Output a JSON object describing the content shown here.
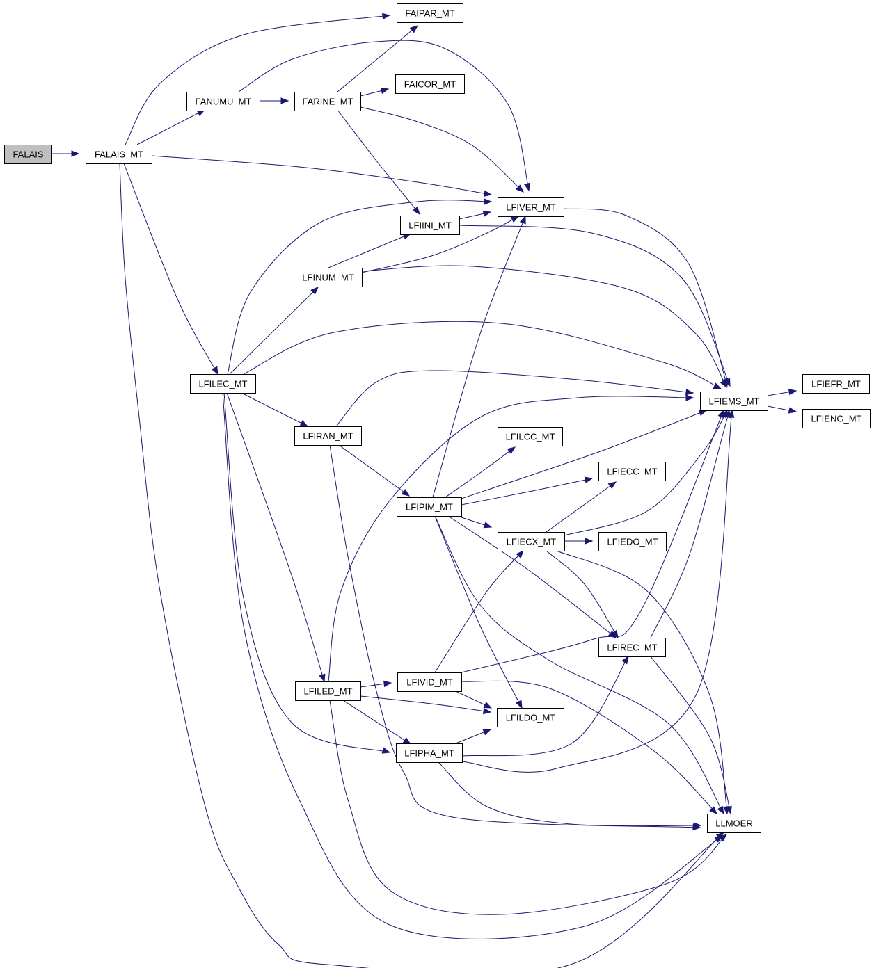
{
  "graph": {
    "edge_color": "#191970",
    "root_fill": "#bfbfbf",
    "nodes": [
      {
        "id": "FALAIS",
        "label": "FALAIS",
        "root": true
      },
      {
        "id": "FALAIS_MT",
        "label": "FALAIS_MT"
      },
      {
        "id": "FAIPAR_MT",
        "label": "FAIPAR_MT"
      },
      {
        "id": "FANUMU_MT",
        "label": "FANUMU_MT"
      },
      {
        "id": "FARINE_MT",
        "label": "FARINE_MT"
      },
      {
        "id": "FAICOR_MT",
        "label": "FAICOR_MT"
      },
      {
        "id": "LFIVER_MT",
        "label": "LFIVER_MT"
      },
      {
        "id": "LFIINI_MT",
        "label": "LFIINI_MT"
      },
      {
        "id": "LFINUM_MT",
        "label": "LFINUM_MT"
      },
      {
        "id": "LFILEC_MT",
        "label": "LFILEC_MT"
      },
      {
        "id": "LFIEMS_MT",
        "label": "LFIEMS_MT"
      },
      {
        "id": "LFIEFR_MT",
        "label": "LFIEFR_MT"
      },
      {
        "id": "LFIENG_MT",
        "label": "LFIENG_MT"
      },
      {
        "id": "LFIRAN_MT",
        "label": "LFIRAN_MT"
      },
      {
        "id": "LFILCC_MT",
        "label": "LFILCC_MT"
      },
      {
        "id": "LFIECC_MT",
        "label": "LFIECC_MT"
      },
      {
        "id": "LFIPIM_MT",
        "label": "LFIPIM_MT"
      },
      {
        "id": "LFIECX_MT",
        "label": "LFIECX_MT"
      },
      {
        "id": "LFIEDO_MT",
        "label": "LFIEDO_MT"
      },
      {
        "id": "LFIREC_MT",
        "label": "LFIREC_MT"
      },
      {
        "id": "LFIVID_MT",
        "label": "LFIVID_MT"
      },
      {
        "id": "LFILED_MT",
        "label": "LFILED_MT"
      },
      {
        "id": "LFILDO_MT",
        "label": "LFILDO_MT"
      },
      {
        "id": "LFIPHA_MT",
        "label": "LFIPHA_MT"
      },
      {
        "id": "LLMOER",
        "label": "LLMOER"
      }
    ],
    "edges": [
      [
        "FALAIS",
        "FALAIS_MT"
      ],
      [
        "FALAIS_MT",
        "FAIPAR_MT"
      ],
      [
        "FALAIS_MT",
        "FANUMU_MT"
      ],
      [
        "FALAIS_MT",
        "LFIVER_MT"
      ],
      [
        "FALAIS_MT",
        "LFILEC_MT"
      ],
      [
        "FALAIS_MT",
        "LLMOER"
      ],
      [
        "FANUMU_MT",
        "FARINE_MT"
      ],
      [
        "FANUMU_MT",
        "LFIVER_MT"
      ],
      [
        "FARINE_MT",
        "FAIPAR_MT"
      ],
      [
        "FARINE_MT",
        "FAICOR_MT"
      ],
      [
        "FARINE_MT",
        "LFIVER_MT"
      ],
      [
        "FARINE_MT",
        "LFIINI_MT"
      ],
      [
        "LFIVER_MT",
        "LFIEMS_MT"
      ],
      [
        "LFIINI_MT",
        "LFIVER_MT"
      ],
      [
        "LFIINI_MT",
        "LFIEMS_MT"
      ],
      [
        "LFINUM_MT",
        "LFIINI_MT"
      ],
      [
        "LFINUM_MT",
        "LFIVER_MT"
      ],
      [
        "LFINUM_MT",
        "LFIEMS_MT"
      ],
      [
        "LFILEC_MT",
        "LFIVER_MT"
      ],
      [
        "LFILEC_MT",
        "LFINUM_MT"
      ],
      [
        "LFILEC_MT",
        "LFIEMS_MT"
      ],
      [
        "LFILEC_MT",
        "LFIRAN_MT"
      ],
      [
        "LFILEC_MT",
        "LFILED_MT"
      ],
      [
        "LFILEC_MT",
        "LFIPHA_MT"
      ],
      [
        "LFILEC_MT",
        "LLMOER"
      ],
      [
        "LFIEMS_MT",
        "LFIEFR_MT"
      ],
      [
        "LFIEMS_MT",
        "LFIENG_MT"
      ],
      [
        "LFIRAN_MT",
        "LFIEMS_MT"
      ],
      [
        "LFIRAN_MT",
        "LFIPIM_MT"
      ],
      [
        "LFIRAN_MT",
        "LLMOER"
      ],
      [
        "LFIPIM_MT",
        "LFIVER_MT"
      ],
      [
        "LFIPIM_MT",
        "LFILCC_MT"
      ],
      [
        "LFIPIM_MT",
        "LFIEMS_MT"
      ],
      [
        "LFIPIM_MT",
        "LFIECC_MT"
      ],
      [
        "LFIPIM_MT",
        "LFIECX_MT"
      ],
      [
        "LFIPIM_MT",
        "LFIREC_MT"
      ],
      [
        "LFIPIM_MT",
        "LFILDO_MT"
      ],
      [
        "LFIPIM_MT",
        "LLMOER"
      ],
      [
        "LFIECX_MT",
        "LFIECC_MT"
      ],
      [
        "LFIECX_MT",
        "LFIEMS_MT"
      ],
      [
        "LFIECX_MT",
        "LFIEDO_MT"
      ],
      [
        "LFIECX_MT",
        "LFIREC_MT"
      ],
      [
        "LFIECX_MT",
        "LLMOER"
      ],
      [
        "LFIREC_MT",
        "LFIEMS_MT"
      ],
      [
        "LFIREC_MT",
        "LLMOER"
      ],
      [
        "LFIVID_MT",
        "LFIECX_MT"
      ],
      [
        "LFIVID_MT",
        "LFIEMS_MT"
      ],
      [
        "LFIVID_MT",
        "LFILDO_MT"
      ],
      [
        "LFIVID_MT",
        "LLMOER"
      ],
      [
        "LFILED_MT",
        "LFIEMS_MT"
      ],
      [
        "LFILED_MT",
        "LFIVID_MT"
      ],
      [
        "LFILED_MT",
        "LFILDO_MT"
      ],
      [
        "LFILED_MT",
        "LFIPHA_MT"
      ],
      [
        "LFILED_MT",
        "LLMOER"
      ],
      [
        "LFIPHA_MT",
        "LFILDO_MT"
      ],
      [
        "LFIPHA_MT",
        "LFIREC_MT"
      ],
      [
        "LFIPHA_MT",
        "LFIEMS_MT"
      ],
      [
        "LFIPHA_MT",
        "LLMOER"
      ]
    ]
  }
}
